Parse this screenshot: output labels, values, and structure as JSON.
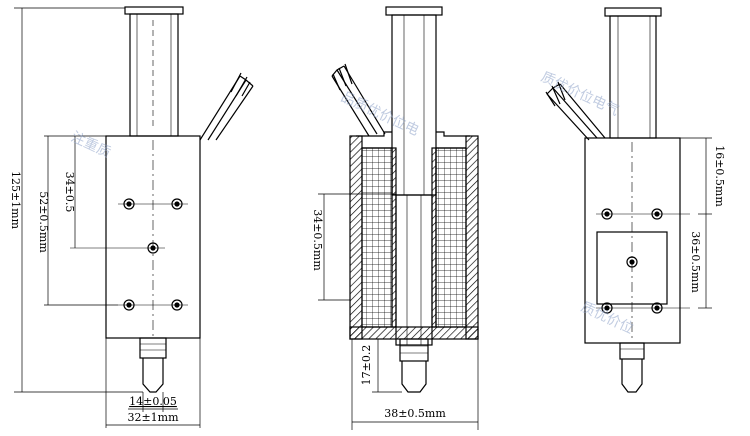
{
  "dimensions": {
    "total_length": "125±1mm",
    "left_52": "52±0.5mm",
    "left_34": "34±0.5",
    "width_32": "32±1mm",
    "shaft_14": "14±0.05",
    "middle_34": "34±0.5mm",
    "middle_17": "17±0.2",
    "middle_38": "38±0.5mm",
    "right_16": "16±0.5mm",
    "right_36": "36±0.5mm"
  },
  "watermark": {
    "line_a": "质优价位电气",
    "line_b": "品质优价位电",
    "line_c": "注重质",
    "line_d": "质优价位"
  },
  "colors": {
    "line": "#000000",
    "watermark": "#8fa3c9"
  }
}
